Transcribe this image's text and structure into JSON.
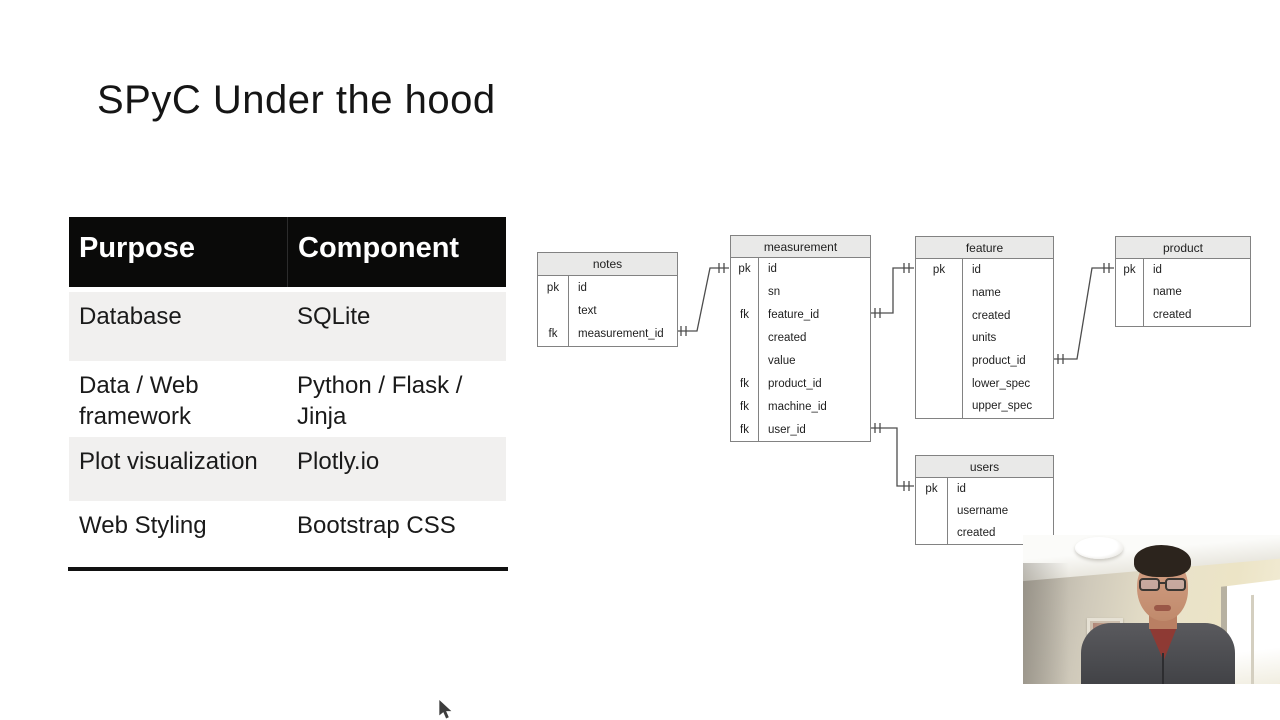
{
  "slide": {
    "title": "SPyC Under the hood"
  },
  "stack_table": {
    "headers": [
      "Purpose",
      "Component"
    ],
    "rows": [
      {
        "purpose": "Database",
        "component": "SQLite"
      },
      {
        "purpose": "Data / Web framework",
        "component": "Python / Flask / Jinja"
      },
      {
        "purpose": "Plot visualization",
        "component": "Plotly.io"
      },
      {
        "purpose": "Web Styling",
        "component": "Bootstrap CSS"
      }
    ]
  },
  "er_diagram": {
    "tables": [
      {
        "name": "notes",
        "columns": [
          {
            "key": "pk",
            "name": "id"
          },
          {
            "key": "",
            "name": "text"
          },
          {
            "key": "fk",
            "name": "measurement_id"
          }
        ]
      },
      {
        "name": "measurement",
        "columns": [
          {
            "key": "pk",
            "name": "id"
          },
          {
            "key": "",
            "name": "sn"
          },
          {
            "key": "fk",
            "name": "feature_id"
          },
          {
            "key": "",
            "name": "created"
          },
          {
            "key": "",
            "name": "value"
          },
          {
            "key": "fk",
            "name": "product_id"
          },
          {
            "key": "fk",
            "name": "machine_id"
          },
          {
            "key": "fk",
            "name": "user_id"
          }
        ]
      },
      {
        "name": "feature",
        "columns": [
          {
            "key": "pk",
            "name": "id"
          },
          {
            "key": "",
            "name": "name"
          },
          {
            "key": "",
            "name": "created"
          },
          {
            "key": "",
            "name": "units"
          },
          {
            "key": "",
            "name": "product_id"
          },
          {
            "key": "",
            "name": "lower_spec"
          },
          {
            "key": "",
            "name": "upper_spec"
          }
        ]
      },
      {
        "name": "product",
        "columns": [
          {
            "key": "pk",
            "name": "id"
          },
          {
            "key": "",
            "name": "name"
          },
          {
            "key": "",
            "name": "created"
          }
        ]
      },
      {
        "name": "users",
        "columns": [
          {
            "key": "pk",
            "name": "id"
          },
          {
            "key": "",
            "name": "username"
          },
          {
            "key": "",
            "name": "created"
          }
        ]
      }
    ],
    "relationships": [
      {
        "from": "notes.measurement_id",
        "to": "measurement.id",
        "notation": "one-to-one ticks"
      },
      {
        "from": "measurement.feature_id",
        "to": "feature.id",
        "notation": "one-to-one ticks"
      },
      {
        "from": "measurement.user_id",
        "to": "users.id",
        "notation": "one-to-one ticks"
      },
      {
        "from": "feature.product_id",
        "to": "product.id",
        "notation": "one-to-one ticks"
      }
    ]
  },
  "webcam": {
    "description": "presenter-webcam-feed",
    "wall_color": "#ece4c6",
    "jacket_color": "#3e3f43",
    "shirt_color": "#8e3a34"
  },
  "cursor": {
    "icon": "arrow-pointer-icon",
    "color": "#3d3d3d"
  },
  "colors": {
    "slide_background": "#ffffff",
    "table_header_bg": "#0a0a09",
    "table_header_text": "#ffffff",
    "table_alt_row_bg": "#f1f0ef",
    "er_header_bg": "#e9e9e8",
    "er_border": "#828282",
    "connector_line": "#4d4d4d"
  }
}
